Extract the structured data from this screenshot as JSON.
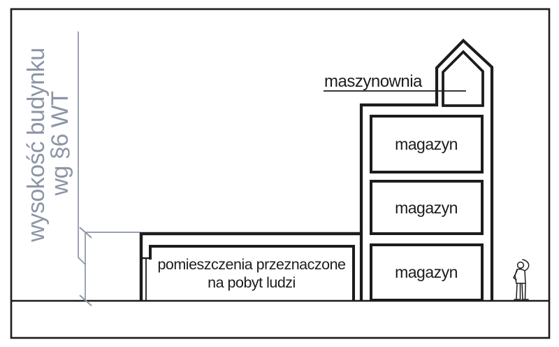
{
  "diagram": {
    "height_dimension": {
      "line1": "wysokość budynku",
      "line2": "wg §6 WT"
    },
    "machine_room_label": "maszynownia",
    "warehouse_labels": [
      "magazyn",
      "magazyn",
      "magazyn"
    ],
    "occupancy_label": {
      "line1": "pomieszczenia przeznaczone",
      "line2": "na pobyt ludzi"
    }
  },
  "colors": {
    "ink": "#1c1c1c",
    "dimension": "#8c95a6",
    "background": "#ffffff"
  }
}
